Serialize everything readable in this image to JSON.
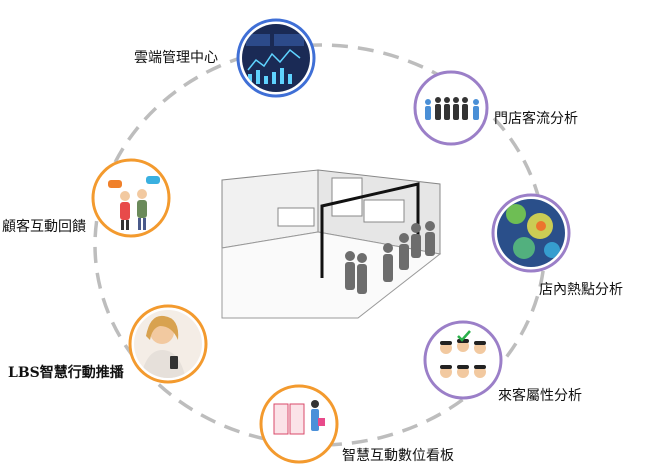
{
  "colors": {
    "ring": "#bdbdbd",
    "blue": "#3f6fd6",
    "purple": "#9b7fc8",
    "orange": "#f39a2e"
  },
  "nodes": [
    {
      "id": "cloud",
      "label": "雲端管理中心",
      "icon": "dashboard-icon",
      "ring_color": "blue"
    },
    {
      "id": "traffic",
      "label": "門店客流分析",
      "icon": "people-counter-icon",
      "ring_color": "purple"
    },
    {
      "id": "heatmap",
      "label": "店內熱點分析",
      "icon": "heatmap-icon",
      "ring_color": "purple"
    },
    {
      "id": "attributes",
      "label": "來客屬性分析",
      "icon": "face-recognition-icon",
      "ring_color": "purple"
    },
    {
      "id": "signage",
      "label": "智慧互動數位看板",
      "icon": "digital-signage-icon",
      "ring_color": "orange"
    },
    {
      "id": "lbs",
      "label": "LBS智慧行動推播",
      "icon": "mobile-push-icon",
      "ring_color": "orange"
    },
    {
      "id": "feedback",
      "label": "顧客互動回饋",
      "icon": "customer-chat-icon",
      "ring_color": "orange"
    }
  ],
  "center": {
    "icon": "store-illustration-icon"
  }
}
